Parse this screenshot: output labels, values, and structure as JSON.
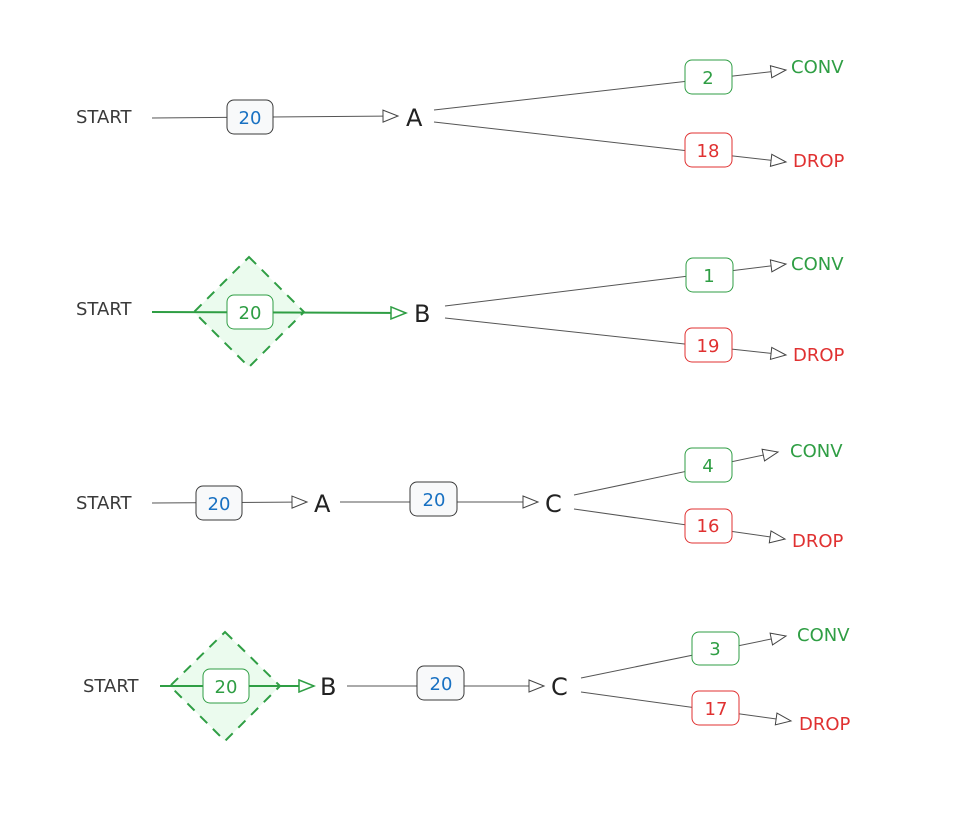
{
  "colors": {
    "count_blue": "#1971c2",
    "conv_green": "#2f9e44",
    "drop_red": "#e03131",
    "highlight_fill": "#ebfbee"
  },
  "rows": [
    {
      "start": "START",
      "nodes": [
        "A"
      ],
      "path_counts": [
        "20"
      ],
      "highlighted": false,
      "conv": {
        "label": "CONV",
        "count": "2"
      },
      "drop": {
        "label": "DROP",
        "count": "18"
      }
    },
    {
      "start": "START",
      "nodes": [
        "B"
      ],
      "path_counts": [
        "20"
      ],
      "highlighted": true,
      "conv": {
        "label": "CONV",
        "count": "1"
      },
      "drop": {
        "label": "DROP",
        "count": "19"
      }
    },
    {
      "start": "START",
      "nodes": [
        "A",
        "C"
      ],
      "path_counts": [
        "20",
        "20"
      ],
      "highlighted": false,
      "conv": {
        "label": "CONV",
        "count": "4"
      },
      "drop": {
        "label": "DROP",
        "count": "16"
      }
    },
    {
      "start": "START",
      "nodes": [
        "B",
        "C"
      ],
      "path_counts": [
        "20",
        "20"
      ],
      "highlighted": true,
      "conv": {
        "label": "CONV",
        "count": "3"
      },
      "drop": {
        "label": "DROP",
        "count": "17"
      }
    }
  ]
}
